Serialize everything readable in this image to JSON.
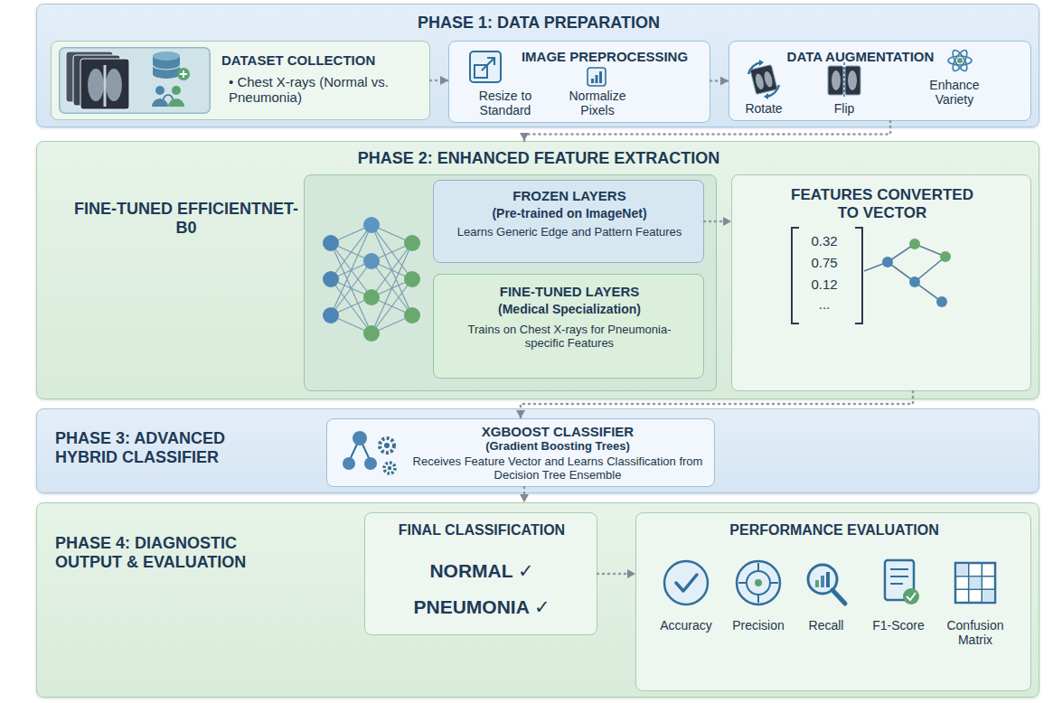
{
  "diagram": {
    "nodes": [
      {
        "text": [
          "PHASE 1: DATA PREPARATION"
        ]
      },
      {
        "text": [
          "DATASET COLLECTION",
          "• Chest X-rays (Normal vs. Pneumonia)"
        ],
        "in": 0
      },
      {
        "text": [
          "IMAGE PREPROCESSING",
          "Resize to Standard",
          "Normalize Pixels"
        ],
        "in": 0
      },
      {
        "text": [
          "DATA AUGMENTATION",
          "Rotate",
          "Flip",
          "Enhance Variety"
        ],
        "in": 0
      },
      {
        "text": [
          "PHASE 2: ENHANCED FEATURE EXTRACTION",
          "FINE-TUNED EFFICIENTNET-B0"
        ]
      },
      {
        "text": [
          "FROZEN LAYERS",
          "(Pre-trained on ImageNet)",
          "Learns Generic Edge and Pattern Features"
        ],
        "in": 4
      },
      {
        "text": [
          "FINE-TUNED LAYERS",
          "(Medical Specialization)",
          "Trains on Chest X-rays for Pneumonia-specific Features"
        ],
        "in": 4
      },
      {
        "text": [
          "FEATURES CONVERTED TO VECTOR",
          "0.32",
          "0.75",
          "0.12",
          "..."
        ],
        "in": 4
      },
      {
        "text": [
          "PHASE 3: ADVANCED HYBRID CLASSIFIER"
        ]
      },
      {
        "text": [
          "XGBOOST CLASSIFIER",
          "(Gradient Boosting Trees)",
          "Receives Feature Vector and Learns Classification from Decision Tree Ensemble"
        ],
        "in": 8
      },
      {
        "text": [
          "PHASE 4: DIAGNOSTIC OUTPUT & EVALUATION"
        ]
      },
      {
        "text": [
          "FINAL CLASSIFICATION",
          "NORMAL ✓",
          "PNEUMONIA ✓"
        ],
        "in": 10
      },
      {
        "text": [
          "PERFORMANCE EVALUATION",
          "Accuracy",
          "Precision",
          "Recall",
          "F1-Score",
          "Confusion Matrix"
        ],
        "in": 10
      }
    ],
    "edges": [
      {
        "from": 1,
        "to": 2,
        "arrow": "to"
      },
      {
        "from": 2,
        "to": 3,
        "arrow": "to"
      },
      {
        "from": 3,
        "to": 4,
        "arrow": "to"
      },
      {
        "from": 5,
        "to": 7,
        "arrow": "to"
      },
      {
        "from": 7,
        "to": 9,
        "arrow": "to"
      },
      {
        "from": 9,
        "to": 10,
        "arrow": "to"
      },
      {
        "from": 11,
        "to": 12,
        "arrow": "to"
      }
    ]
  }
}
